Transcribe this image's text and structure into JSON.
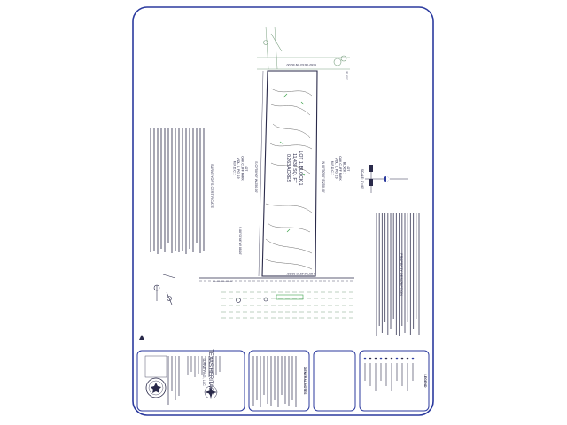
{
  "plat": {
    "lot": {
      "title": "LOT 1, BLOCK 1",
      "area_sqft": "11,438 SQ. FT",
      "area_acres": "0.263 ACRES"
    },
    "bearings": {
      "top": "N 89°06'43\" W  50.00'",
      "right": "N 00°50'00\" E  250.00'",
      "left": "S 00°50'00\" W  250.00'",
      "bottom": "S 89°06'43\" E  50.00'",
      "bottom_left": "S 88°06'44\" W  88.16'",
      "top_right_end": "50.00'"
    },
    "adjacent_left": [
      "LOT",
      "OAK CLIFF PARK",
      "VOL. 6, PG. 19",
      "M.R.D.C.T."
    ],
    "adjacent_right": [
      "LOT",
      "BLOCK 1",
      "OAK CLIFF PARK",
      "VOL. 6, PG. 19",
      "M.R.D.C.T."
    ],
    "scale_label": "SCALE: 1\"=40'"
  },
  "certificate": {
    "heading": "SURVEYOR'S CERTIFICATE"
  },
  "property_description": {
    "heading": "PROPERTY DESCRIPTION"
  },
  "title_block": {
    "company_line1": "TEXAS HERITAGE",
    "company_line2": "SURVEYING, LLC",
    "general_notes": "GENERAL NOTES",
    "legend": "LEGEND"
  },
  "colors": {
    "border": "#2b3a9e",
    "ink": "#2a2a4a",
    "contour": "#6a6a6a",
    "green": "#3fa34d",
    "road": "#7aa080"
  }
}
